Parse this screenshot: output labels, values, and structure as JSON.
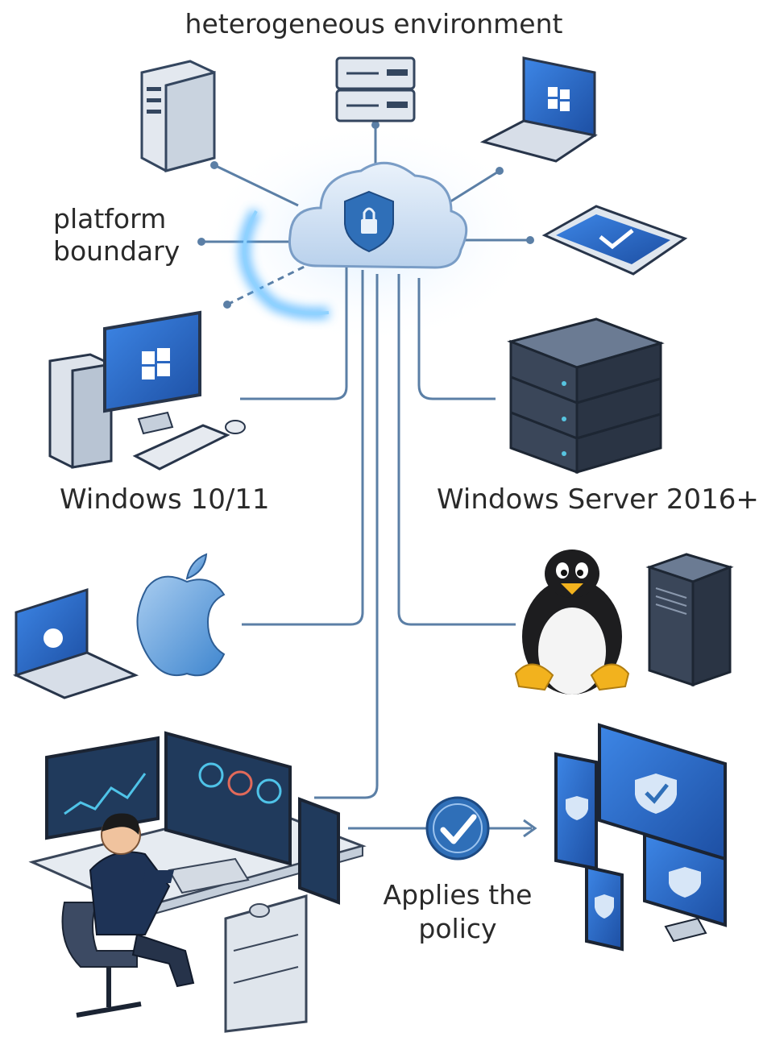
{
  "title": "heterogeneous environment",
  "labels": {
    "boundary_line1": "platform",
    "boundary_line2": "boundary",
    "windows_client": "Windows 10/11",
    "windows_server": "Windows Server 2016+",
    "applies_line1": "Applies the",
    "applies_line2": "policy"
  },
  "colors": {
    "line": "#5b7fa6",
    "device_dark": "#2f3b4f",
    "screen_blue": "#2f6fd1",
    "cloud": "#cfe0f3",
    "glow": "#4fb3ff",
    "check": "#2f6fb8"
  },
  "icons": [
    "tower-server-icon",
    "rack-server-icon",
    "windows-laptop-icon",
    "tablet-icon",
    "cloud-shield-icon",
    "windows-desktop-icon",
    "server-rack-icon",
    "mac-laptop-icon",
    "apple-logo-icon",
    "linux-penguin-icon",
    "linux-tower-icon",
    "admin-workstation-icon",
    "check-circle-icon",
    "managed-devices-icon"
  ]
}
